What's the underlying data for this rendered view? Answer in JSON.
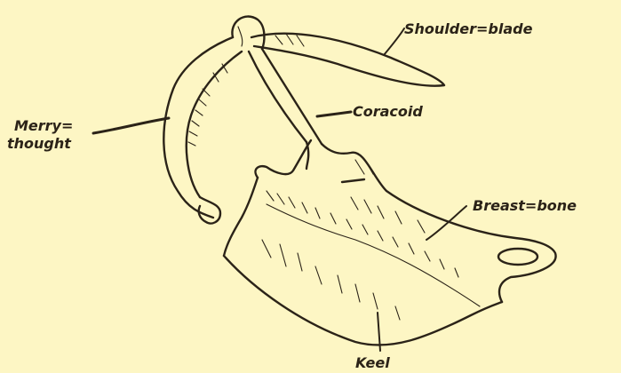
{
  "labels": {
    "shoulder_blade": "Shoulder=blade",
    "coracoid": "Coracoid",
    "merry_line1": "Merry=",
    "merry_line2": "thought",
    "breast_bone": "Breast=bone",
    "keel": "Keel"
  },
  "colors": {
    "background": "#fdf6c4",
    "ink": "#2b2318"
  }
}
